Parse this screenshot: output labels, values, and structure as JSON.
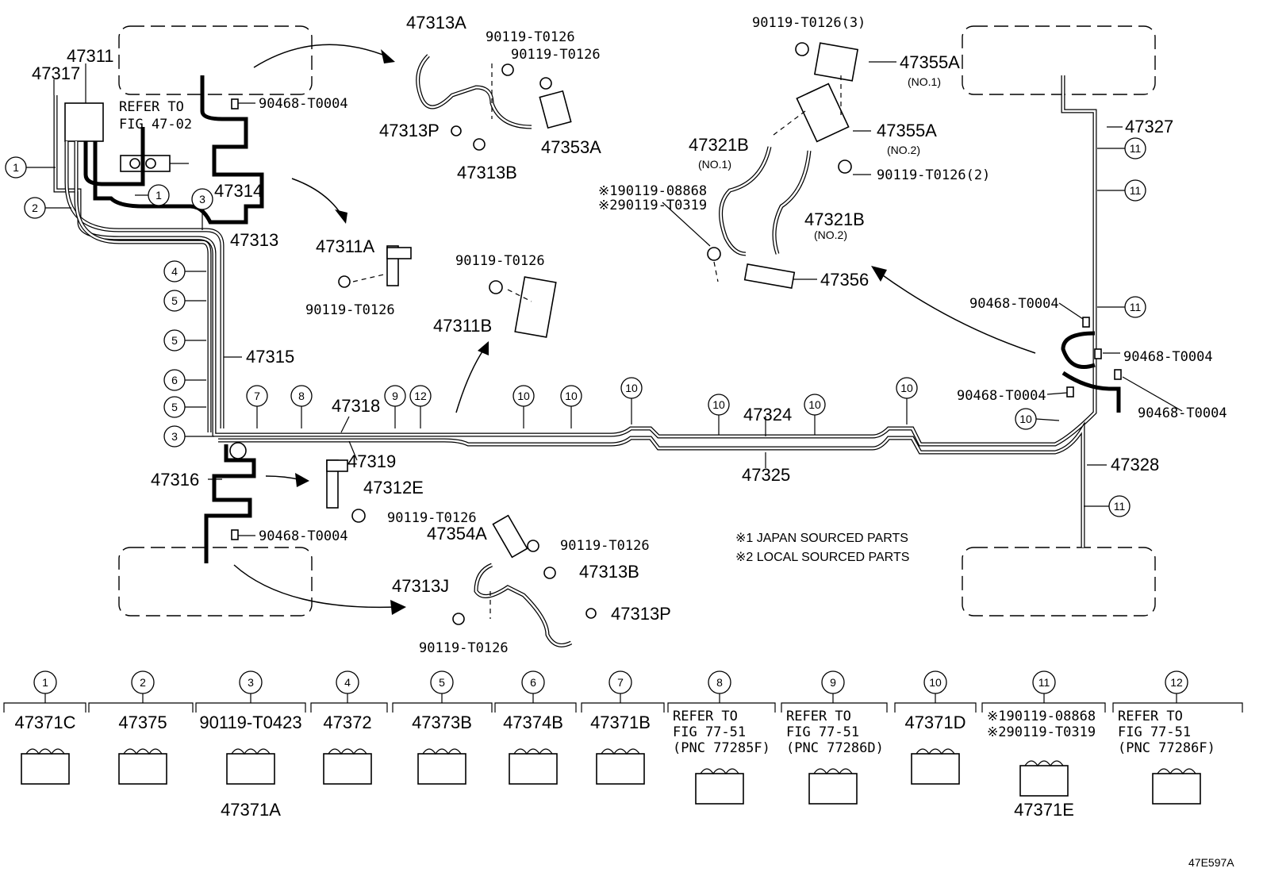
{
  "labels": {
    "p47311": "47311",
    "p47317": "47317",
    "refer_to": "REFER TO",
    "fig_47_02": "FIG 47-02",
    "p90468_top": "90468-T0004",
    "p47314": "47314",
    "p47313": "47313",
    "p47315": "47315",
    "p47318": "47318",
    "p47319": "47319",
    "p47316": "47316",
    "p90468_bottom": "90468-T0004",
    "p47312E": "47312E",
    "p90119_47312E": "90119-T0126",
    "p47313A": "47313A",
    "p90119_a1": "90119-T0126",
    "p90119_a2": "90119-T0126",
    "p47313P_top": "47313P",
    "p47313B_top": "47313B",
    "p47353A": "47353A",
    "p47311A": "47311A",
    "p90119_311A": "90119-T0126",
    "p90119_311B": "90119-T0126",
    "p47311B": "47311B",
    "p47354A": "47354A",
    "p90119_354A": "90119-T0126",
    "p47313B_bot": "47313B",
    "p47313J": "47313J",
    "p47313P_bot": "47313P",
    "p90119_313J": "90119-T0126",
    "p90119_3": "90119-T0126(3)",
    "p47355A_1": "47355A",
    "no1_a": "(NO.1)",
    "p47355A_2": "47355A",
    "no2_a": "(NO.2)",
    "p90119_2": "90119-T0126(2)",
    "p47321B_1": "47321B",
    "no1_b": "(NO.1)",
    "p47321B_2": "47321B",
    "no2_b": "(NO.2)",
    "ref1_08868": "※190119-08868",
    "ref2_t0319": "※290119-T0319",
    "p47356": "47356",
    "p47324": "47324",
    "p47325": "47325",
    "p47327": "47327",
    "p47328": "47328",
    "p90468_r1": "90468-T0004",
    "p90468_r2": "90468-T0004",
    "p90468_r3": "90468-T0004",
    "p90468_r4": "90468-T0004",
    "note1": "※1 JAPAN SOURCED PARTS",
    "note2": "※2 LOCAL SOURCED PARTS",
    "diagram_code": "47E597A"
  },
  "legend": [
    {
      "num": "1",
      "lines": [
        "47371C"
      ]
    },
    {
      "num": "2",
      "lines": [
        "47375"
      ]
    },
    {
      "num": "3",
      "lines": [
        "90119-T0423"
      ],
      "sub": "47371A"
    },
    {
      "num": "4",
      "lines": [
        "47372"
      ]
    },
    {
      "num": "5",
      "lines": [
        "47373B"
      ]
    },
    {
      "num": "6",
      "lines": [
        "47374B"
      ]
    },
    {
      "num": "7",
      "lines": [
        "47371B"
      ]
    },
    {
      "num": "8",
      "lines": [
        "REFER TO",
        "FIG 77-51",
        "(PNC 77285F)"
      ]
    },
    {
      "num": "9",
      "lines": [
        "REFER TO",
        "FIG 77-51",
        "(PNC 77286D)"
      ]
    },
    {
      "num": "10",
      "lines": [
        "47371D"
      ]
    },
    {
      "num": "11",
      "lines": [
        "※190119-08868",
        "※290119-T0319"
      ],
      "sub": "47371E"
    },
    {
      "num": "12",
      "lines": [
        "REFER TO",
        "FIG 77-51",
        "(PNC 77286F)"
      ]
    }
  ],
  "callouts": [
    "1",
    "1",
    "2",
    "3",
    "3",
    "4",
    "5",
    "5",
    "6",
    "5",
    "7",
    "8",
    "9",
    "12",
    "10",
    "10",
    "10",
    "10",
    "10",
    "10",
    "10",
    "11",
    "11",
    "11",
    "11"
  ]
}
